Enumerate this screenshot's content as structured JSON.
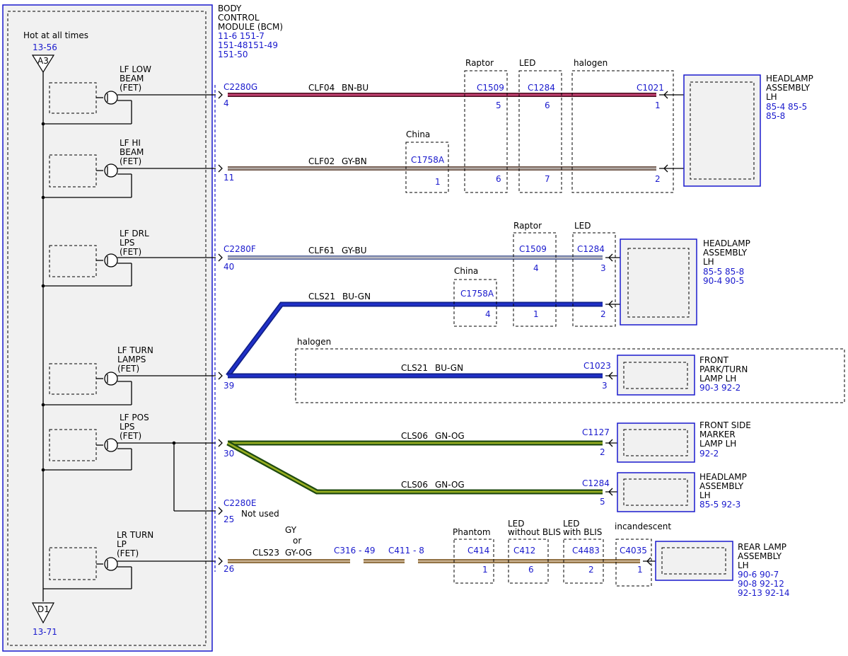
{
  "bcm": {
    "name": [
      "BODY",
      "CONTROL",
      "MODULE (BCM)"
    ],
    "refs": [
      "11-6  151-7",
      "151-48151-49",
      "151-50"
    ]
  },
  "power": {
    "label": "Hot at all times",
    "ref_top": "13-56",
    "top_pin": "A3",
    "bottom_pin": "D1",
    "ref_bottom": "13-71"
  },
  "outputs": {
    "lf_low": [
      "LF LOW",
      "BEAM",
      "(FET)"
    ],
    "lf_hi": [
      "LF HI",
      "BEAM",
      "(FET)"
    ],
    "lf_drl": [
      "LF DRL",
      "LPS",
      "(FET)"
    ],
    "lf_turn": [
      "LF TURN",
      "LAMPS",
      "(FET)"
    ],
    "lf_pos": [
      "LF POS",
      "LPS",
      "(FET)"
    ],
    "lr_turn": [
      "LR TURN",
      "LP",
      "(FET)"
    ]
  },
  "bcm_connectors": {
    "g": "C2280G",
    "f": "C2280F",
    "e": "C2280E",
    "pins": [
      "4",
      "11",
      "40",
      "39",
      "30",
      "25",
      "26"
    ],
    "not_used": "Not used"
  },
  "wires": {
    "clf04": {
      "circuit": "CLF04",
      "color": "BN-BU"
    },
    "clf02": {
      "circuit": "CLF02",
      "color": "GY-BN"
    },
    "clf61": {
      "circuit": "CLF61",
      "color": "GY-BU"
    },
    "cls21a": {
      "circuit": "CLS21",
      "color": "BU-GN"
    },
    "cls21b": {
      "circuit": "CLS21",
      "color": "BU-GN"
    },
    "cls06a": {
      "circuit": "CLS06",
      "color": "GN-OG"
    },
    "cls06b": {
      "circuit": "CLS06",
      "color": "GN-OG"
    },
    "cls23": {
      "circuit": "CLS23",
      "color": "GY-OG",
      "alt_1": "GY",
      "alt_2": "or"
    }
  },
  "variants": {
    "raptor": "Raptor",
    "led": "LED",
    "halogen": "halogen",
    "china": "China",
    "phantom": "Phantom",
    "led_without_blis": [
      "LED",
      "without BLIS"
    ],
    "led_with_blis": [
      "LED",
      "with BLIS"
    ],
    "incandescent": "incandescent"
  },
  "inline_connectors": {
    "c1509": "C1509",
    "c1284": "C1284",
    "c1021": "C1021",
    "c1758a": "C1758A",
    "c1023": "C1023",
    "c1127": "C1127",
    "c316": "C316 - 49",
    "c411": "C411 - 8",
    "c414": "C414",
    "c412": "C412",
    "c4483": "C4483",
    "c4035": "C4035"
  },
  "pin_numbers": {
    "r1": [
      "5",
      "6",
      "1"
    ],
    "r2": [
      "1",
      "6",
      "7",
      "2"
    ],
    "r3": [
      "4",
      "3"
    ],
    "r4": [
      "4",
      "1",
      "2"
    ],
    "r5": [
      "3"
    ],
    "r6": [
      "2"
    ],
    "r7": [
      "5"
    ],
    "r8": [
      "1",
      "6",
      "2",
      "1"
    ]
  },
  "components": {
    "headlamp1": {
      "name": [
        "HEADLAMP",
        "ASSEMBLY",
        "LH"
      ],
      "refs": [
        "85-4   85-5",
        "85-8"
      ]
    },
    "headlamp2": {
      "name": [
        "HEADLAMP",
        "ASSEMBLY",
        "LH"
      ],
      "refs": [
        "85-5   85-8",
        "90-4   90-5"
      ]
    },
    "park_turn": {
      "name": [
        "FRONT",
        "PARK/TURN",
        "LAMP LH"
      ],
      "refs": [
        "90-3   92-2"
      ]
    },
    "side_marker": {
      "name": [
        "FRONT SIDE",
        "MARKER",
        "LAMP LH"
      ],
      "refs": [
        "92-2"
      ]
    },
    "headlamp3": {
      "name": [
        "HEADLAMP",
        "ASSEMBLY",
        "LH"
      ],
      "refs": [
        "85-5   92-3"
      ]
    },
    "rear_lamp": {
      "name": [
        "REAR LAMP",
        "ASSEMBLY",
        "LH"
      ],
      "refs": [
        "90-6   90-7",
        "90-8   92-12",
        "92-13 92-14"
      ]
    }
  },
  "colors": {
    "module_border": "#1a1acd",
    "ref_text": "#1a1acd",
    "wire_bn_bu": "#8b2a4a",
    "wire_gy_bn": "#8a7a72",
    "wire_gy_bu": "#7a84a8",
    "wire_bu_gn": "#1e2eb0",
    "wire_gn_og": "#3a8a1e",
    "wire_gy_og": "#b08a5a"
  }
}
